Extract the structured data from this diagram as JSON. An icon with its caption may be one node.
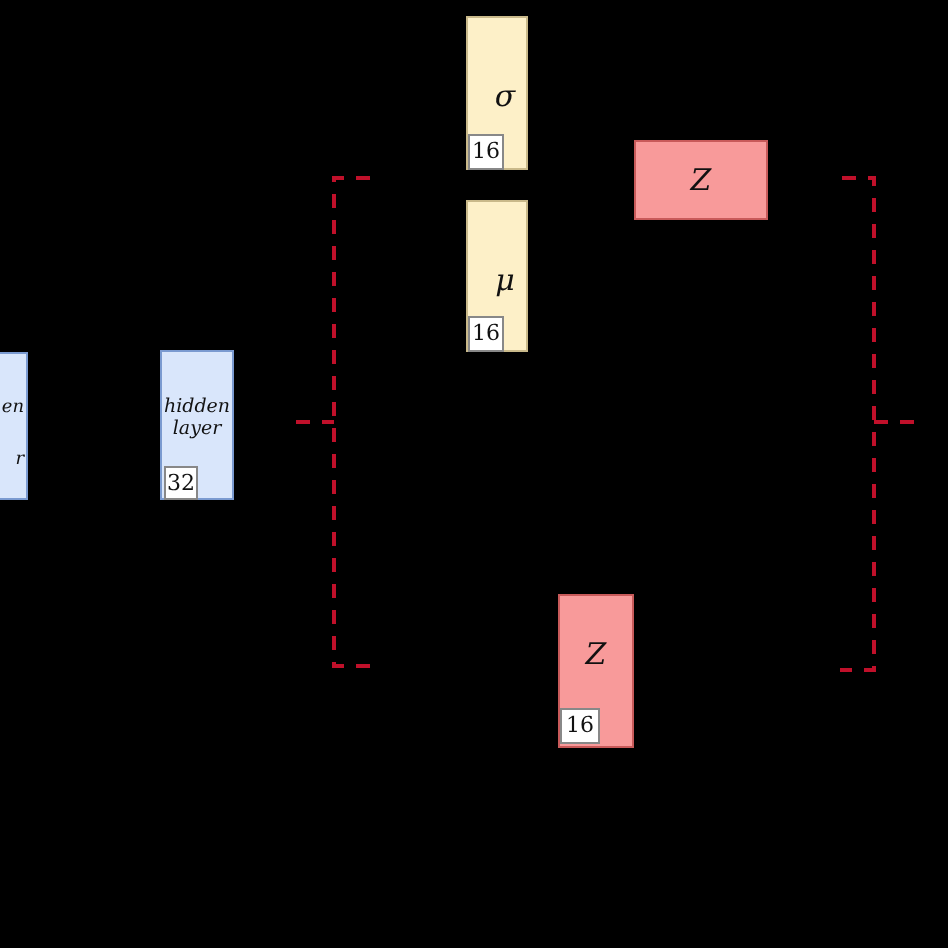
{
  "diagram": {
    "nodes": [
      {
        "text": [
          "en",
          "r"
        ]
      },
      {
        "text": [
          "hidden layer"
        ]
      },
      {
        "text": [
          "32"
        ],
        "in": 1
      },
      {
        "text": [
          "σ"
        ]
      },
      {
        "text": [
          "16"
        ],
        "in": 3
      },
      {
        "text": [
          "μ"
        ]
      },
      {
        "text": [
          "16"
        ],
        "in": 5
      },
      {
        "text": [
          "Z"
        ]
      },
      {
        "text": [
          "Z"
        ]
      },
      {
        "text": [
          "16"
        ],
        "in": 8
      }
    ]
  }
}
